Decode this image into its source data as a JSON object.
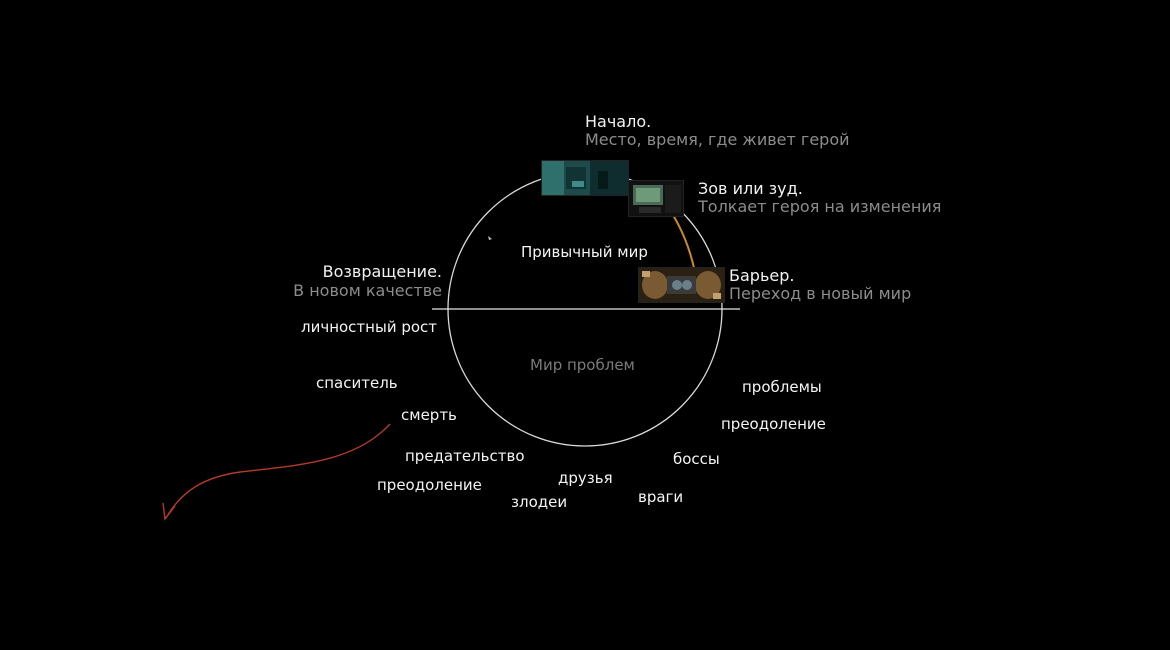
{
  "stages": {
    "start": {
      "title": "Начало.",
      "subtitle": "Место, время, где живет герой"
    },
    "call": {
      "title": "Зов или зуд.",
      "subtitle": "Толкает героя на изменения"
    },
    "barrier": {
      "title": "Барьер.",
      "subtitle": "Переход в новый мир"
    },
    "return": {
      "title": "Возвращение.",
      "subtitle": "В новом качестве"
    }
  },
  "zones": {
    "top": "Привычный мир",
    "bottom": "Мир проблем"
  },
  "words": {
    "growth": "личностный рост",
    "savior": "спаситель",
    "death": "смерть",
    "betrayal": "предательство",
    "overcoming_left": "преодоление",
    "friends": "друзья",
    "villains": "злодеи",
    "enemies": "враги",
    "bosses": "боссы",
    "overcoming_right": "преодоление",
    "problems": "проблемы"
  },
  "colors": {
    "background": "#000000",
    "circle": "#d9d9d9",
    "progress_arc": "#c98a2a",
    "red_arrow": "#b23a2a",
    "subtitle": "#8c8c8c"
  }
}
